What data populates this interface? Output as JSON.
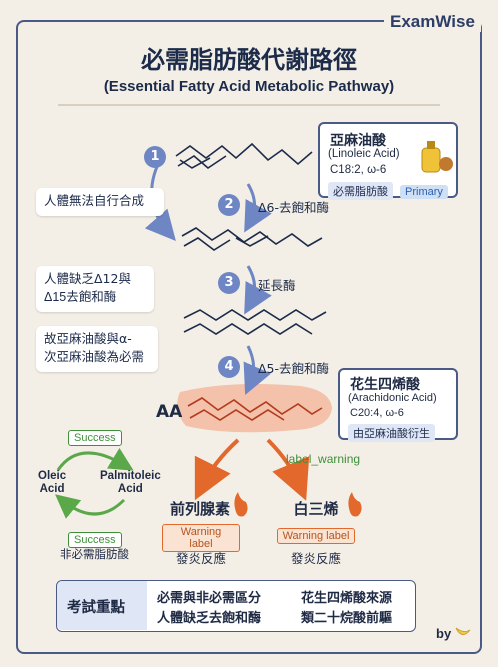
{
  "brand": "ExamWise",
  "title": "必需脂肪酸代謝路徑",
  "subtitle": "(Essential Fatty Acid Metabolic Pathway)",
  "linoleic": {
    "name": "亞麻油酸",
    "english": "(Linoleic Acid)",
    "formula": "C18:2, ω-6",
    "tag": "必需脂肪酸",
    "badge": "Primary"
  },
  "notes": {
    "cannot_synthesize": "人體無法自行合成",
    "lack_line1": "人體缺乏Δ12與",
    "lack_line2": "Δ15去飽和酶",
    "essential_line1": "故亞麻油酸與α-",
    "essential_line2": "次亞麻油酸為必需"
  },
  "steps": [
    {
      "number": "1"
    },
    {
      "number": "2",
      "label": "Δ6-去飽和酶"
    },
    {
      "number": "3",
      "label": "延長酶"
    },
    {
      "number": "4",
      "label": "Δ5-去飽和酶"
    }
  ],
  "aa_label": "AA",
  "arachidonic": {
    "name": "花生四烯酸",
    "english": "(Arachidonic Acid)",
    "formula": "C20:4, ω-6",
    "tag": "由亞麻油酸衍生"
  },
  "label_warning": "label_warning",
  "side_cycle": {
    "success_top": "Success",
    "success_bottom": "Success",
    "oleic_line1": "Oleic",
    "oleic_line2": "Acid",
    "palmitoleic_line1": "Palmitoleic",
    "palmitoleic_line2": "Acid",
    "non_essential": "非必需脂肪酸"
  },
  "products": [
    {
      "name": "前列腺素",
      "warning": "Warning label",
      "effect": "發炎反應"
    },
    {
      "name": "白三烯",
      "warning": "Warning label",
      "effect": "發炎反應"
    }
  ],
  "key_points": {
    "label": "考試重點",
    "items": [
      "必需與非必需區分",
      "花生四烯酸來源",
      "人體缺乏去飽和酶",
      "類二十烷酸前驅"
    ]
  },
  "by_label": "by",
  "colors": {
    "navy": "#4a5a86",
    "step_blue": "#6f86c4",
    "orange": "#e2682c",
    "green": "#5aa84a",
    "success_green": "#3f8f3a"
  }
}
